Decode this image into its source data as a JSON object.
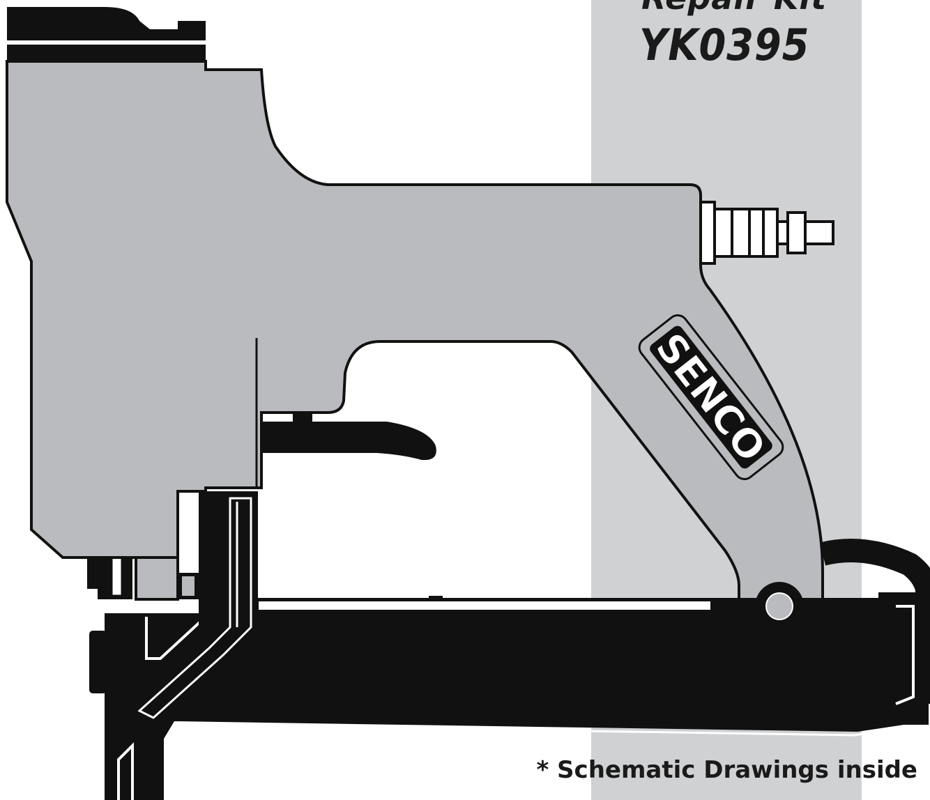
{
  "cover": {
    "title_line1": "Repair Kit",
    "title_line2": "YK0395",
    "brand_logo_text": "SENCO",
    "footnote": "* Schematic Drawings inside"
  },
  "colors": {
    "stripe": "#cfd1d3",
    "tool_body": "#b9bbbe",
    "ink": "#111111"
  }
}
